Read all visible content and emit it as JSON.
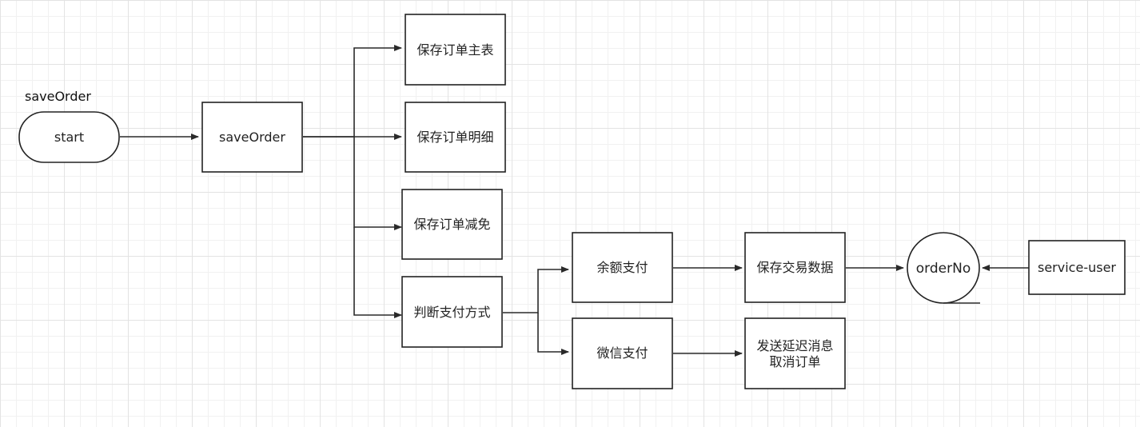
{
  "diagram": {
    "label": "saveOrder",
    "nodes": {
      "start": "start",
      "save_order": "saveOrder",
      "save_main": "保存订单主表",
      "save_detail": "保存订单明细",
      "save_discount": "保存订单减免",
      "judge_payment": "判断支付方式",
      "balance_pay": "余额支付",
      "wechat_pay": "微信支付",
      "save_trade": "保存交易数据",
      "send_delay_line1": "发送延迟消息",
      "send_delay_line2": "取消订单",
      "order_no": "orderNo",
      "service_user": "service-user"
    }
  }
}
